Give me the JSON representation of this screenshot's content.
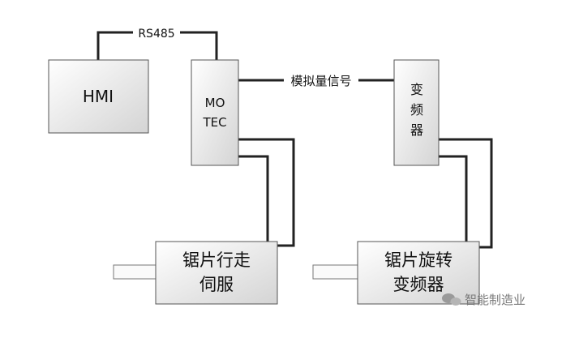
{
  "nodes": {
    "hmi": {
      "label": "HMI"
    },
    "motec": {
      "lines": [
        "MO",
        "TEC"
      ]
    },
    "vfd": {
      "lines": [
        "变",
        "频",
        "器"
      ]
    },
    "saw_servo": {
      "lines": [
        "锯片行走",
        "伺服"
      ]
    },
    "saw_vfd": {
      "lines": [
        "锯片旋转",
        "变频器"
      ]
    }
  },
  "edges": {
    "rs485": {
      "label": "RS485"
    },
    "analog": {
      "label": "模拟量信号"
    }
  },
  "watermark": {
    "text": "智能制造业",
    "icon": "wechat-icon"
  }
}
